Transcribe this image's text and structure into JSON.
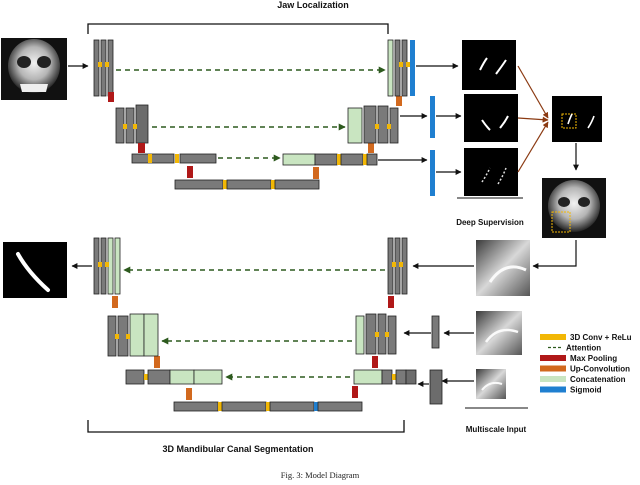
{
  "headers": {
    "top": "Jaw Localization",
    "bottom": "3D Mandibular Canal Segmentation"
  },
  "labels": {
    "deep_supervision": "Deep Supervision",
    "multiscale_input": "Multiscale Input"
  },
  "caption": "Fig. 3: Model Diagram",
  "legend": [
    {
      "label": "3D Conv + ReLu",
      "color": "#f2b705",
      "kind": "bar"
    },
    {
      "label": "Attention",
      "color": "#2d5a1e",
      "kind": "dashed"
    },
    {
      "label": "Max Pooling",
      "color": "#b01818",
      "kind": "bar"
    },
    {
      "label": "Up-Convolution",
      "color": "#d2691e",
      "kind": "bar"
    },
    {
      "label": "Concatenation",
      "color": "#c9e5c1",
      "kind": "bar"
    },
    {
      "label": "Sigmoid",
      "color": "#1f7fd0",
      "kind": "bar"
    }
  ],
  "colors": {
    "block": "#7a7a7a",
    "block_dark": "#4a4a4a",
    "conv": "#f2b705",
    "pool": "#b01818",
    "upconv": "#d2691e",
    "concat": "#c9e5c1",
    "sigmoid": "#1f7fd0",
    "attention": "#2d5a1e",
    "arrow_brown": "#8b3a12"
  }
}
